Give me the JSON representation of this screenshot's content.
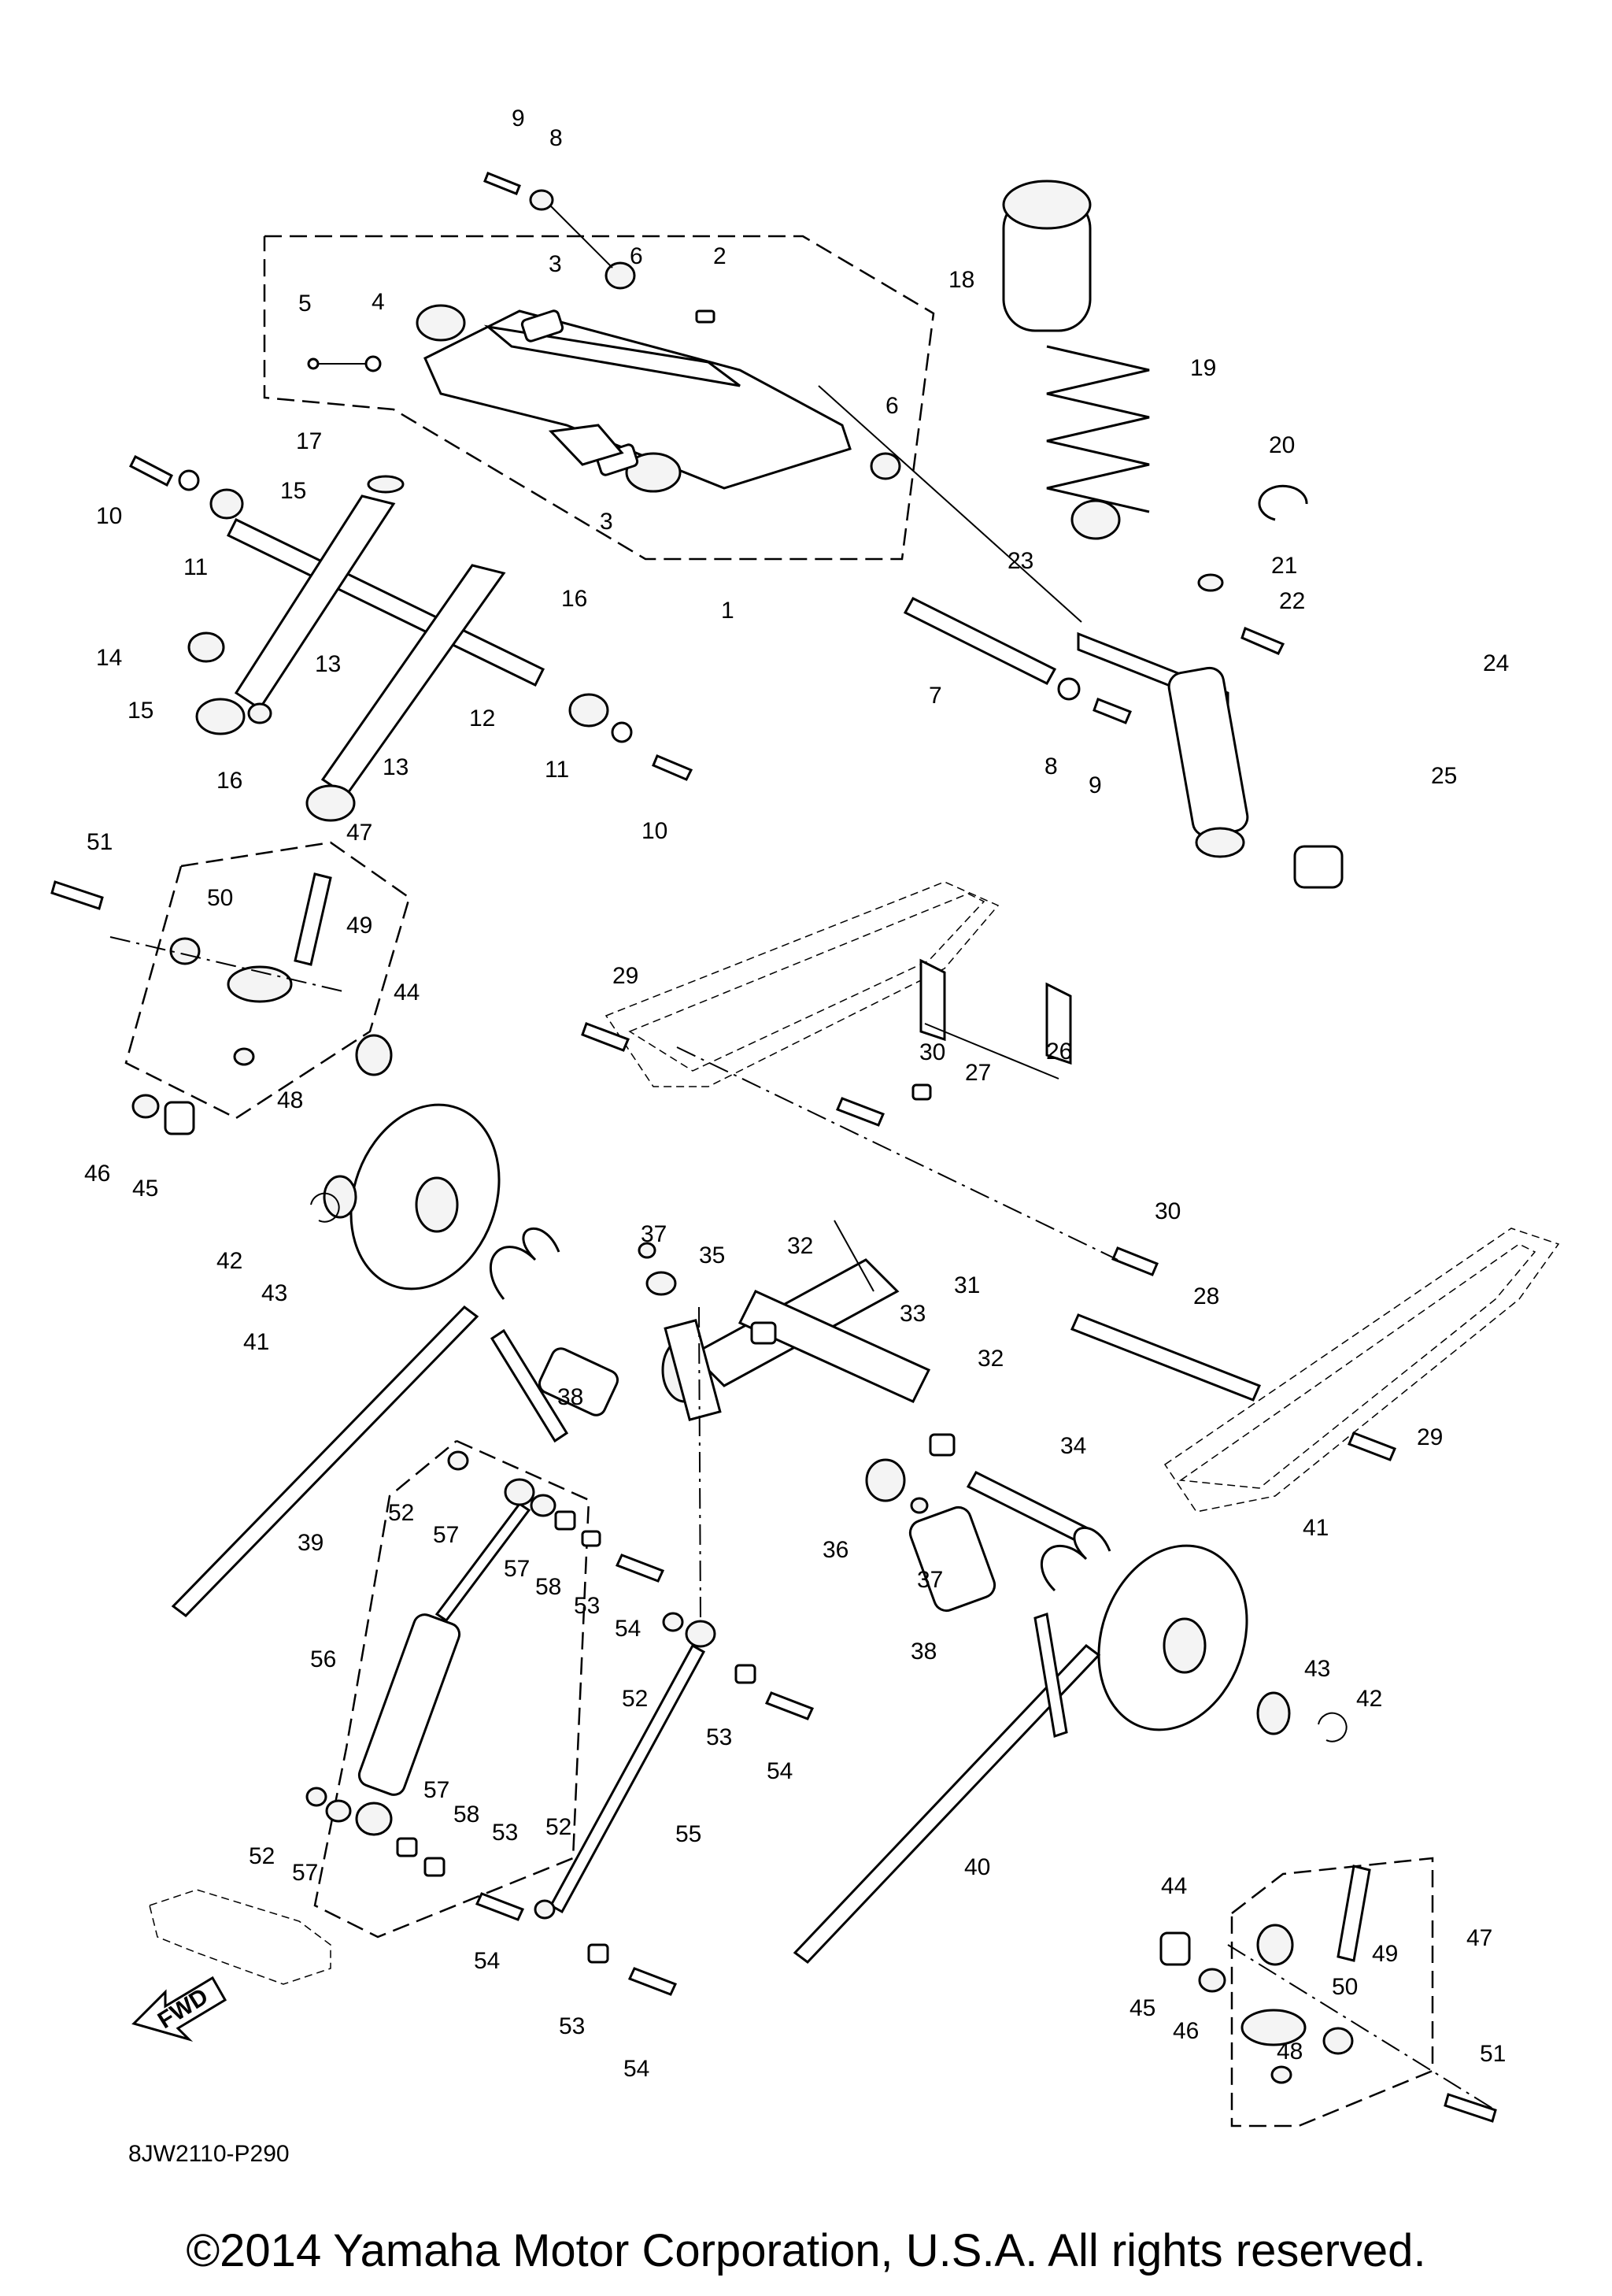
{
  "diagram_code": "8JW2110-P290",
  "copyright": "©2014 Yamaha Motor Corporation, U.S.A. All rights reserved.",
  "fwd_label": "FWD",
  "callouts": [
    "9",
    "8",
    "3",
    "6",
    "2",
    "5",
    "4",
    "18",
    "19",
    "20",
    "17",
    "15",
    "10",
    "11",
    "3",
    "16",
    "1",
    "6",
    "23",
    "21",
    "22",
    "14",
    "13",
    "12",
    "7",
    "8",
    "9",
    "24",
    "15",
    "13",
    "16",
    "11",
    "10",
    "25",
    "51",
    "47",
    "49",
    "50",
    "44",
    "29",
    "30",
    "27",
    "26",
    "48",
    "46",
    "45",
    "42",
    "43",
    "41",
    "37",
    "35",
    "32",
    "31",
    "33",
    "30",
    "28",
    "32",
    "29",
    "38",
    "34",
    "52",
    "57",
    "39",
    "36",
    "37",
    "57",
    "58",
    "53",
    "54",
    "38",
    "56",
    "52",
    "41",
    "43",
    "42",
    "53",
    "54",
    "57",
    "58",
    "53",
    "52",
    "55",
    "40",
    "52",
    "57",
    "44",
    "47",
    "49",
    "54",
    "50",
    "45",
    "46",
    "53",
    "48",
    "51",
    "54"
  ]
}
